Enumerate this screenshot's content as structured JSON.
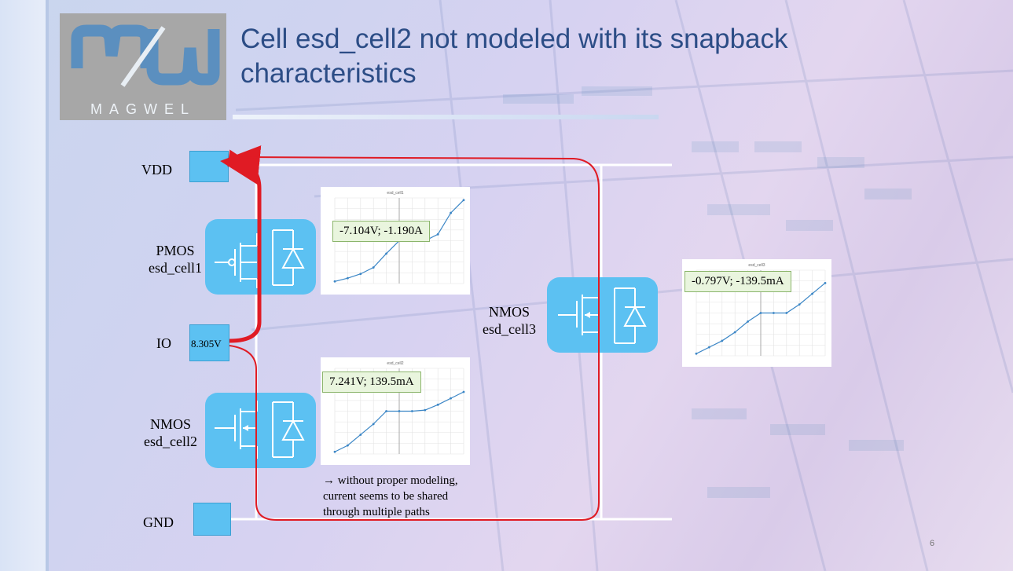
{
  "logo": {
    "text": "MAGWEL"
  },
  "title": {
    "line1": "Cell esd_cell2 not modeled with its snapback",
    "line2": "characteristics"
  },
  "nodes": {
    "vdd": "VDD",
    "io": "IO",
    "gnd": "GND",
    "io_voltage": "8.305V"
  },
  "cells": [
    {
      "type": "PMOS",
      "name": "esd_cell1"
    },
    {
      "type": "NMOS",
      "name": "esd_cell2"
    },
    {
      "type": "NMOS",
      "name": "esd_cell3"
    }
  ],
  "callouts": {
    "cell1": "-7.104V; -1.190A",
    "cell2": "7.241V; 139.5mA",
    "cell3": "-0.797V; -139.5mA"
  },
  "chart_titles": {
    "cell1": "esd_cell1",
    "cell2": "esd_cell2",
    "cell3": "esd_cell3"
  },
  "note": {
    "arrow": "→",
    "line1": "without proper modeling,",
    "line2": "current seems to be shared",
    "line3": "through multiple paths"
  },
  "page_number": "6",
  "colors": {
    "path": "#e01b24",
    "cell_fill": "#5cc1f2",
    "curve": "#3b86c6",
    "callout_fill": "#e9f5de"
  },
  "chart_data": [
    {
      "type": "line",
      "title": "esd_cell1",
      "x": [
        -10,
        -8,
        -6,
        -4,
        -2,
        0,
        2,
        4,
        6,
        8,
        10
      ],
      "y": [
        -1.9,
        -1.75,
        -1.55,
        -1.25,
        -0.6,
        0,
        0,
        0,
        0.3,
        1.3,
        1.9
      ]
    },
    {
      "type": "line",
      "title": "esd_cell2",
      "x": [
        -10,
        -8,
        -6,
        -4,
        -2,
        0,
        2,
        4,
        6,
        8,
        10
      ],
      "y": [
        -1.9,
        -1.6,
        -1.1,
        -0.6,
        0,
        0,
        0,
        0.05,
        0.3,
        0.6,
        0.9
      ]
    },
    {
      "type": "line",
      "title": "esd_cell3",
      "x": [
        -10,
        -8,
        -6,
        -4,
        -2,
        0,
        2,
        4,
        6,
        8,
        10
      ],
      "y": [
        -1.9,
        -1.6,
        -1.3,
        -0.9,
        -0.4,
        0,
        0,
        0,
        0.4,
        0.9,
        1.4
      ]
    }
  ]
}
